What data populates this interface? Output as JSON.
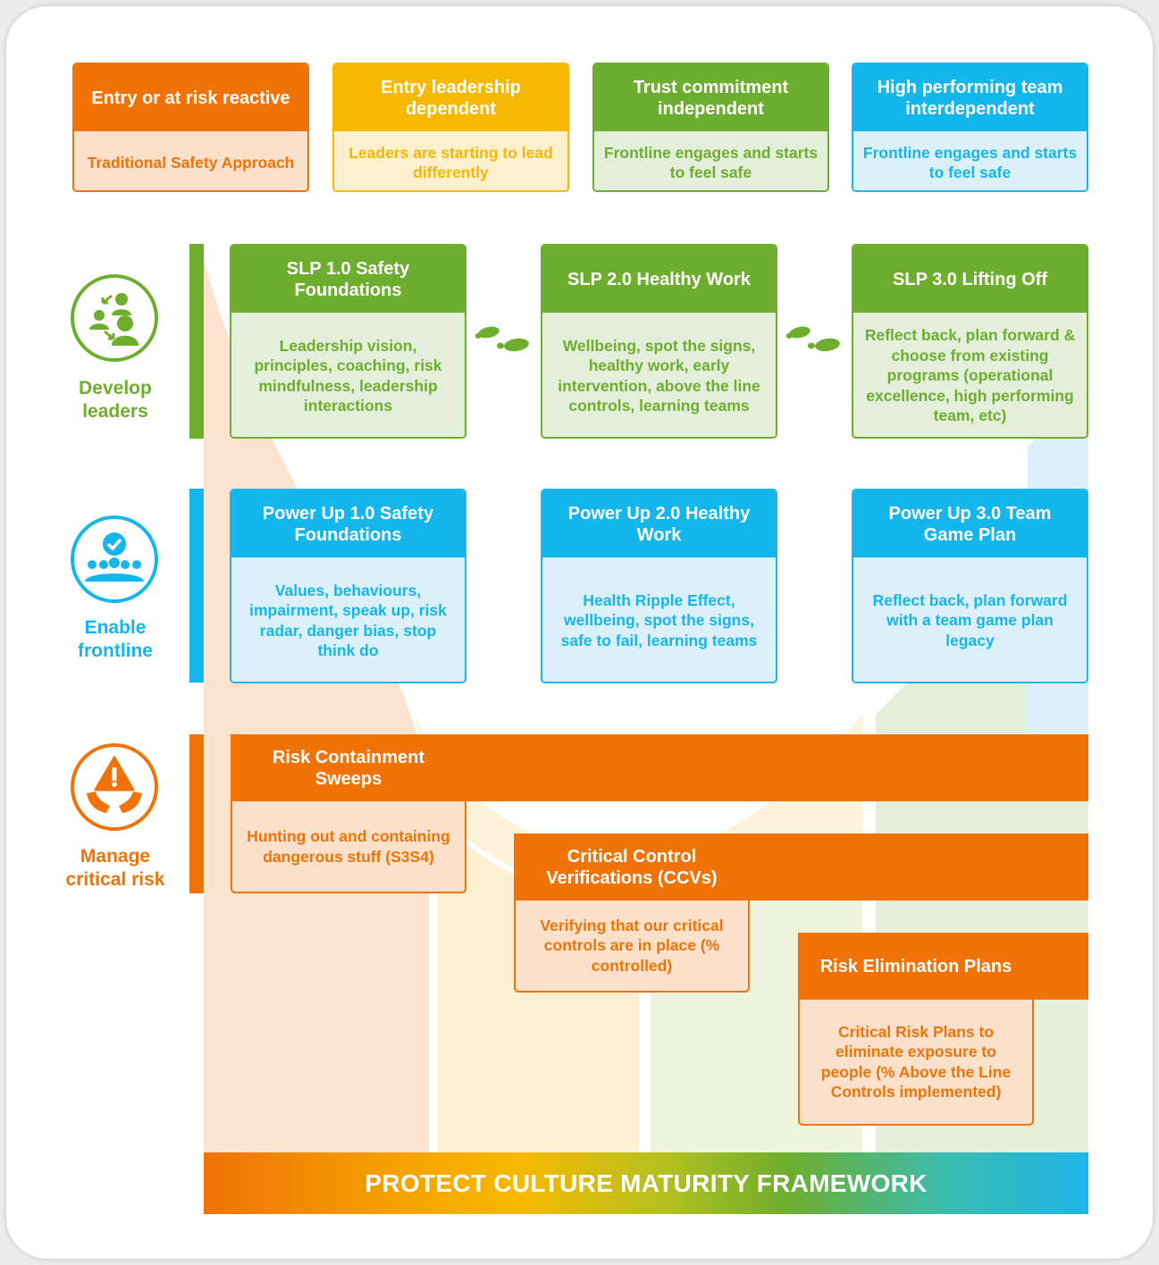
{
  "colors": {
    "orange": "#ef7307",
    "yellow": "#f7b800",
    "green": "#6eae2e",
    "blue": "#14b6ec"
  },
  "stages": [
    {
      "title": "Entry or at risk reactive",
      "subtitle": "Traditional Safety Approach"
    },
    {
      "title": "Entry leadership dependent",
      "subtitle": "Leaders are starting to lead differently"
    },
    {
      "title": "Trust commitment independent",
      "subtitle": "Frontline engages and starts to feel safe"
    },
    {
      "title": "High performing team interdependent",
      "subtitle": "Frontline engages and starts to feel safe"
    }
  ],
  "rows": {
    "develop": {
      "label": "Develop leaders",
      "icon": "leaders-icon"
    },
    "enable": {
      "label": "Enable frontline",
      "icon": "team-check-icon"
    },
    "manage": {
      "label": "Manage critical risk",
      "icon": "hands-warning-icon"
    }
  },
  "slp": [
    {
      "title": "SLP 1.0 Safety Foundations",
      "body": "Leadership vision, principles, coaching, risk mindfulness, leadership interactions"
    },
    {
      "title": "SLP 2.0 Healthy Work",
      "body": "Wellbeing, spot the signs, healthy work, early intervention, above the line controls, learning teams"
    },
    {
      "title": "SLP 3.0 Lifting Off",
      "body": "Reflect back, plan forward & choose from existing programs (operational excellence, high performing team, etc)"
    }
  ],
  "powerup": [
    {
      "title": "Power Up 1.0 Safety Foundations",
      "body": "Values, behaviours, impairment, speak up, risk radar, danger bias, stop think do"
    },
    {
      "title": "Power Up 2.0 Healthy Work",
      "body": "Health Ripple Effect, wellbeing, spot the signs, safe to fail, learning teams"
    },
    {
      "title": "Power Up 3.0 Team Game Plan",
      "body": "Reflect back, plan forward with a team game plan legacy"
    }
  ],
  "risk": [
    {
      "title": "Risk Containment Sweeps",
      "body": "Hunting out and containing dangerous stuff (S3S4)"
    },
    {
      "title": "Critical Control Verifications (CCVs)",
      "body": "Verifying that our critical controls are in place (% controlled)"
    },
    {
      "title": "Risk Elimination Plans",
      "body": "Critical Risk Plans to eliminate exposure to people (% Above the Line Controls implemented)"
    }
  ],
  "step_icon": "footsteps-icon",
  "footer": "PROTECT CULTURE MATURITY FRAMEWORK"
}
